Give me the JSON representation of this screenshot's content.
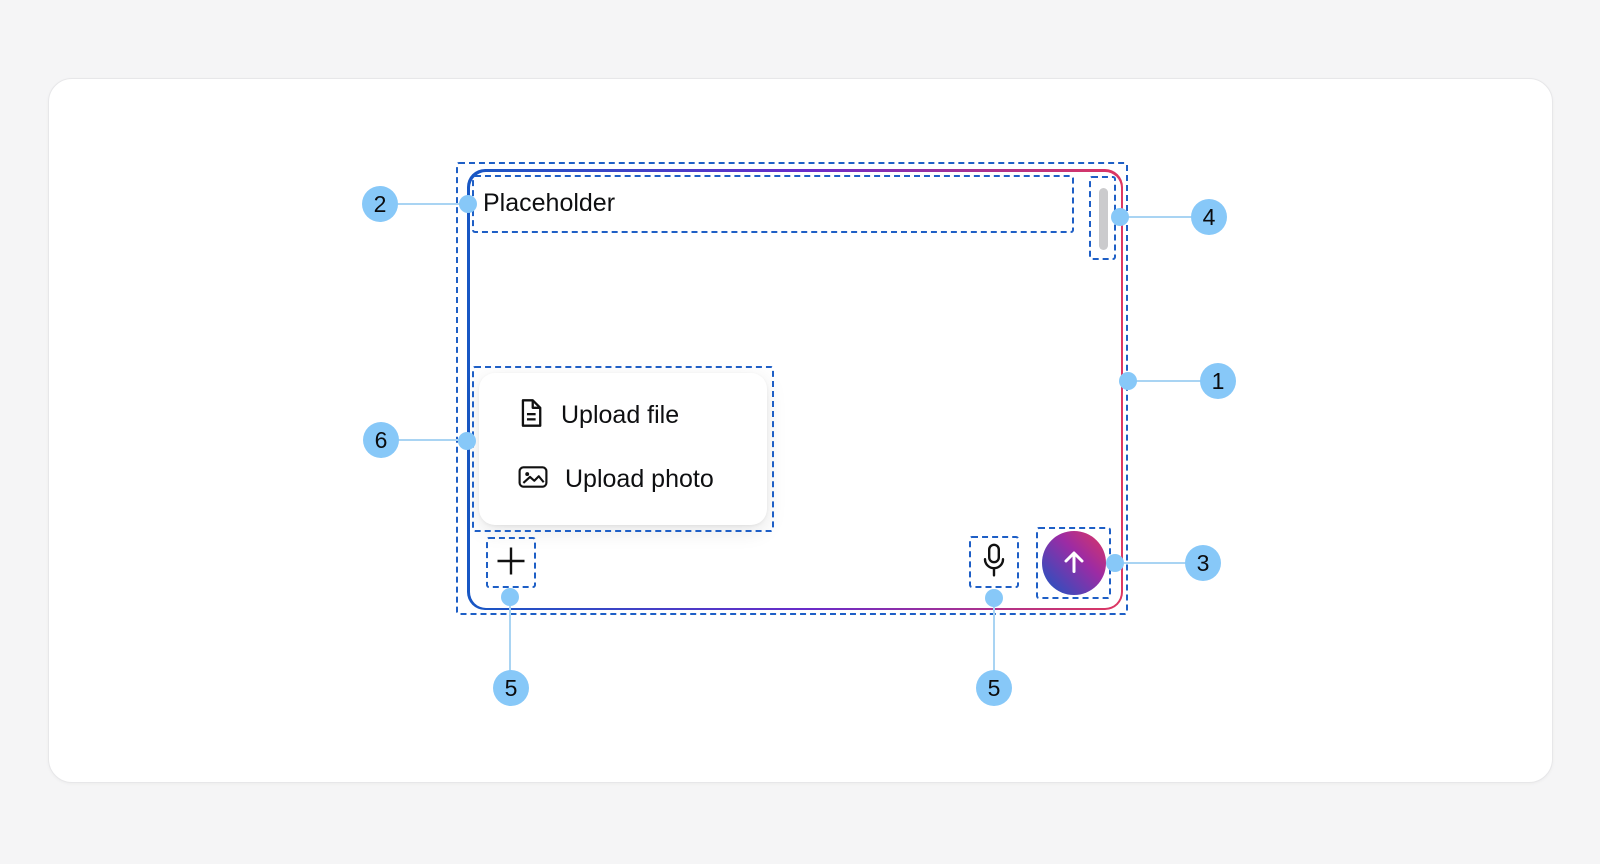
{
  "prompt_box": {
    "placeholder": "Placeholder"
  },
  "upload_menu": {
    "items": [
      {
        "label": "Upload file",
        "icon": "file-icon"
      },
      {
        "label": "Upload photo",
        "icon": "photo-icon"
      }
    ]
  },
  "toolbar": {
    "add_button_icon": "plus-icon",
    "mic_button_icon": "microphone-icon",
    "send_button_icon": "arrow-up-icon"
  },
  "callouts": [
    {
      "label": "1",
      "target": "prompt-box"
    },
    {
      "label": "2",
      "target": "placeholder-text"
    },
    {
      "label": "3",
      "target": "send-button"
    },
    {
      "label": "4",
      "target": "scrollbar"
    },
    {
      "label": "5",
      "target": "add-button"
    },
    {
      "label": "5",
      "target": "mic-button"
    },
    {
      "label": "6",
      "target": "upload-menu"
    }
  ],
  "colors": {
    "page_bg": "#F5F5F6",
    "card_border": "#E7E7E9",
    "text": "#0E0F11",
    "annotation_dash": "#1E5FC6",
    "annotation_fill": "#87C8F8",
    "annotation_line": "#A9D4F3",
    "grad_start": "#1757C4",
    "grad_mid": "#6A2BC9",
    "grad_end": "#DE3761",
    "scroll_thumb": "#CBCBCD"
  }
}
